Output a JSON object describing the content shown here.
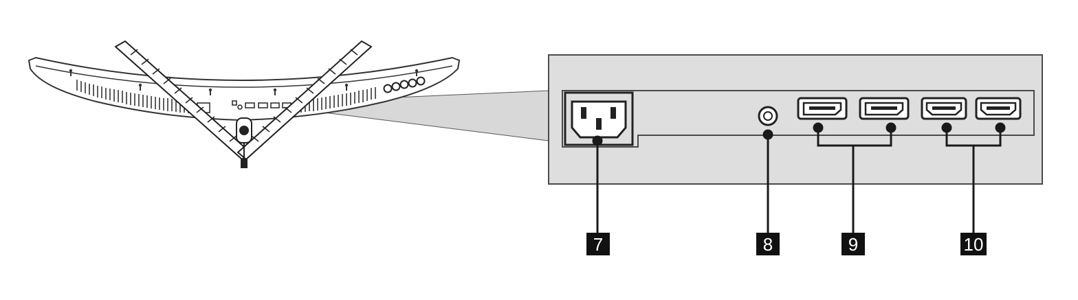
{
  "callouts": [
    {
      "id": "power",
      "label": "7",
      "connector": "ac-power-inlet"
    },
    {
      "id": "audio",
      "label": "8",
      "connector": "audio-out-jack"
    },
    {
      "id": "displayport",
      "label": "9",
      "connector": "displayport-ports"
    },
    {
      "id": "hdmi",
      "label": "10",
      "connector": "hdmi-ports"
    }
  ],
  "colors": {
    "panel_fill": "#dedede",
    "panel_stroke": "#4a4a4a",
    "line": "#1a1a1a",
    "label_fill": "#111111",
    "label_text": "#ffffff",
    "zoom_cone": "#d8d8d8"
  }
}
